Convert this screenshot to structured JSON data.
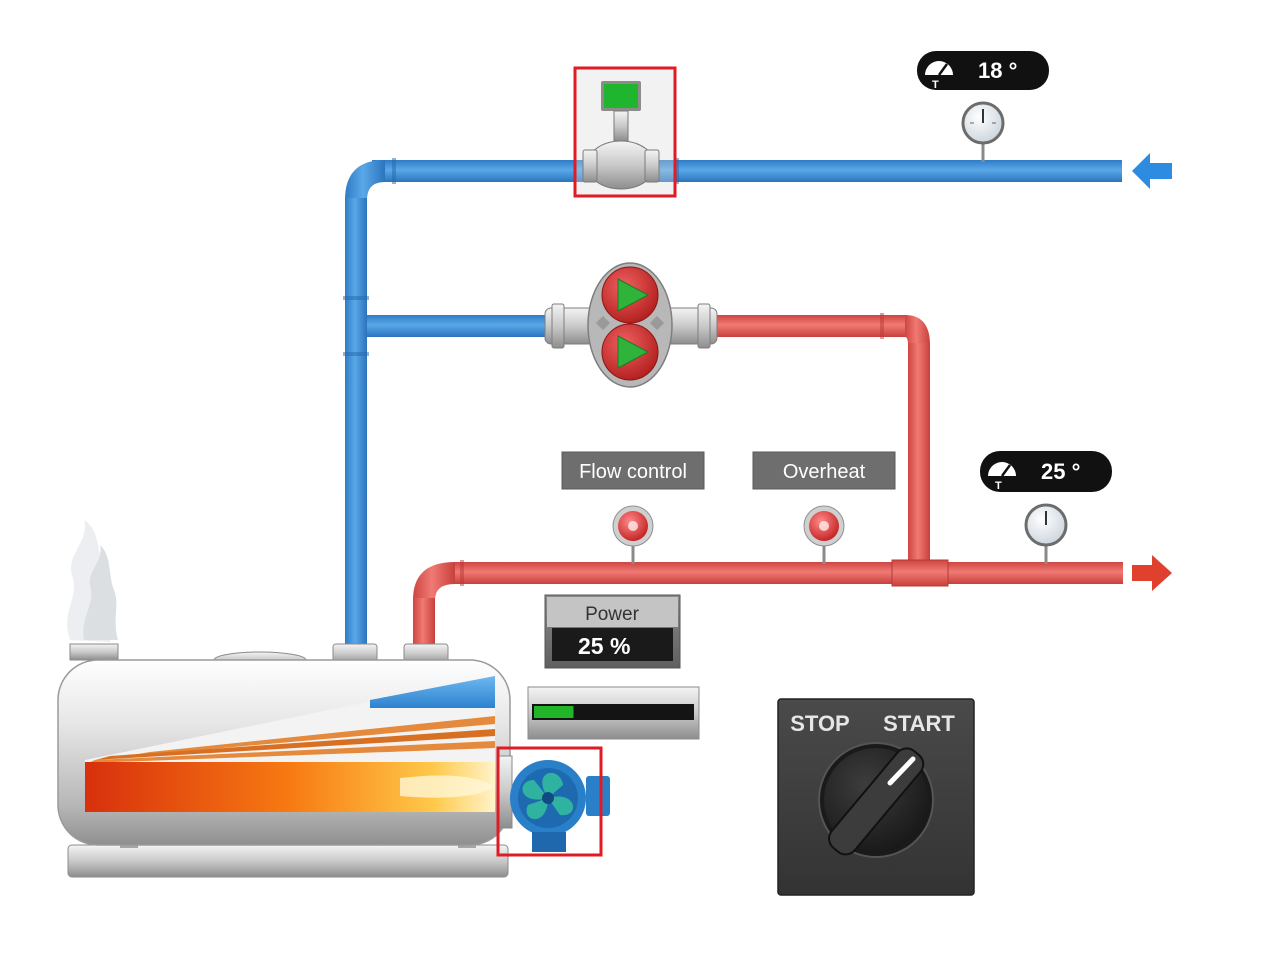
{
  "gauges": {
    "inlet": {
      "value_label": "18 °",
      "icon": "thermometer-gauge-icon"
    },
    "outlet": {
      "value_label": "25 °",
      "icon": "thermometer-gauge-icon"
    }
  },
  "alarms": {
    "flow_control": {
      "label": "Flow control",
      "icon": "pressure-alarm-icon"
    },
    "overheat": {
      "label": "Overheat",
      "icon": "pressure-alarm-icon"
    }
  },
  "power": {
    "label": "Power",
    "value_label": "25 %",
    "level": 0.25
  },
  "switch": {
    "stop_label": "STOP",
    "start_label": "START",
    "position": "START"
  },
  "colors": {
    "cold_pipe": "#3f8fd6",
    "hot_pipe": "#e05b57",
    "valve_status": "#1fb52f",
    "pump": "#2fb33b",
    "selection": "#e01b24",
    "power_bar": "#22b52a",
    "panel": "#3a3a3a"
  },
  "icons": {
    "flow_meter": "flow-meter-valve-icon",
    "pump": "dual-circulation-pump-icon",
    "boiler": "boiler-tank-icon",
    "burner_fan": "burner-fan-icon",
    "inlet_arrow": "inlet-arrow-icon",
    "outlet_arrow": "outlet-arrow-icon",
    "steam": "steam-icon"
  }
}
